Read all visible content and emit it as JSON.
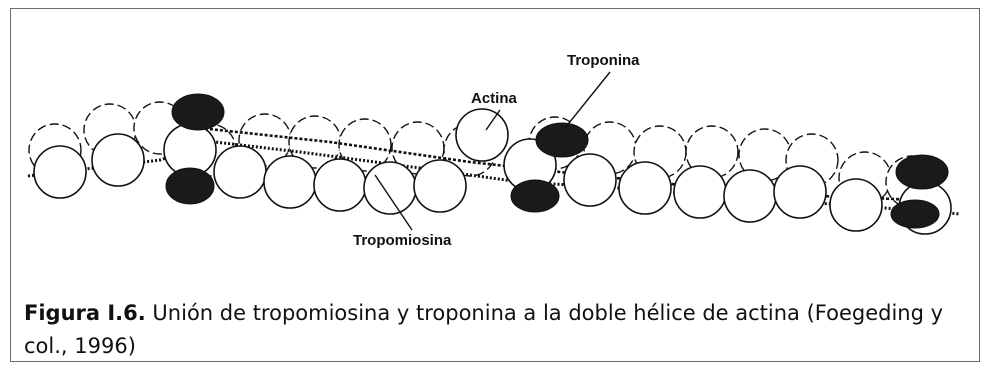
{
  "labels": {
    "actina": "Actina",
    "troponina": "Troponina",
    "tropomiosina": "Tropomiosina"
  },
  "caption": {
    "figure_label": "Figura I.6.",
    "text": " Unión de tropomiosina y troponina a la doble hélice de actina (Foegeding y col., 1996)"
  },
  "colors": {
    "ink": "#111111",
    "troponin_fill": "#1a1a1a",
    "actin_fill": "#ffffff",
    "frame": "#6a6a6a"
  }
}
